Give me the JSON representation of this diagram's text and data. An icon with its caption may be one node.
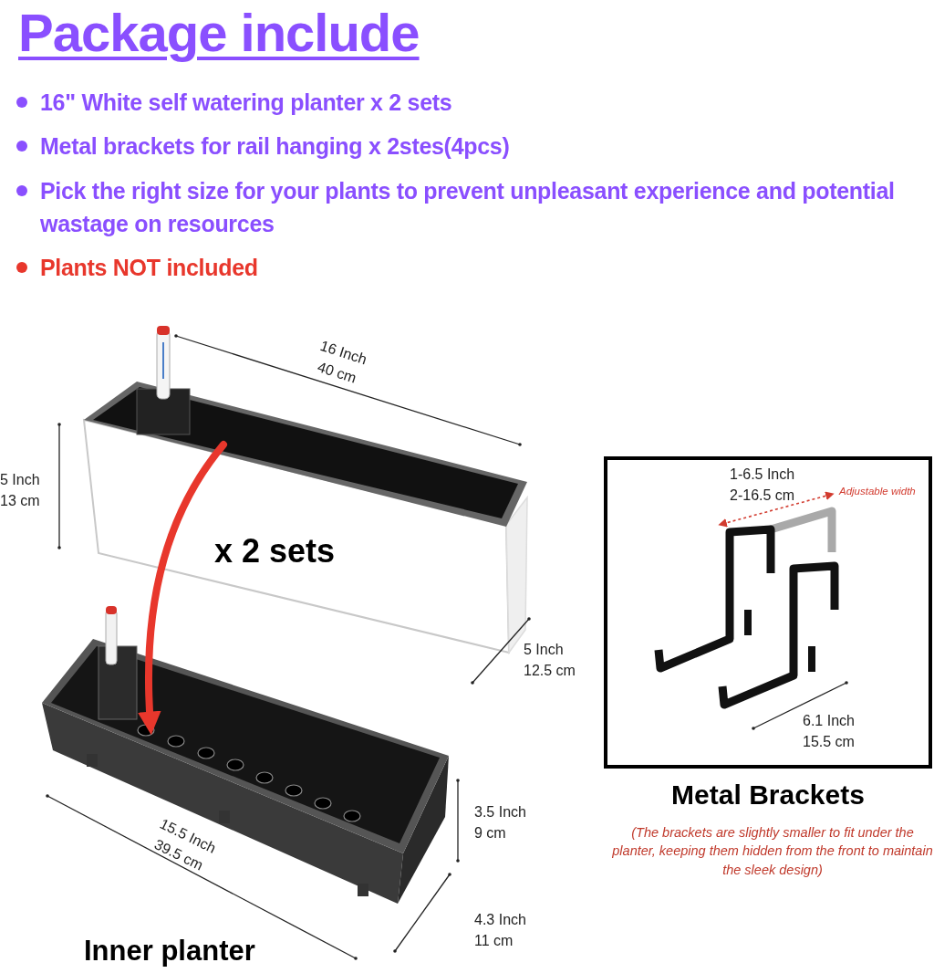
{
  "diagram": {
    "title": "Package include",
    "nodes": [
      {
        "text": [
          "x 2 sets"
        ]
      },
      {
        "text": [
          "Inner planter"
        ]
      },
      {
        "text": [
          "Metal Brackets",
          "(The brackets are slightly smaller to fit under the planter, keeping them hidden from the front to maintain the sleek design)"
        ]
      }
    ],
    "edges": [
      {
        "from": 0,
        "to": 1,
        "arrow": "to"
      }
    ],
    "labels": [
      "16\" White self watering planter x 2 sets",
      "Metal brackets for rail hanging x 2stes(4pcs)",
      "Pick the right size for your plants to prevent unpleasant experience and potential wastage on resources",
      "Plants NOT included",
      "16 Inch 40 cm",
      "5 Inch 13 cm",
      "1-6.5 Inch 2-16.5 cm",
      "Adjustable width",
      "5 Inch 12.5 cm",
      "6.1 Inch 15.5 cm",
      "3.5 Inch 9 cm",
      "15.5 Inch 39.5 cm",
      "4.3 Inch 11 cm"
    ]
  }
}
